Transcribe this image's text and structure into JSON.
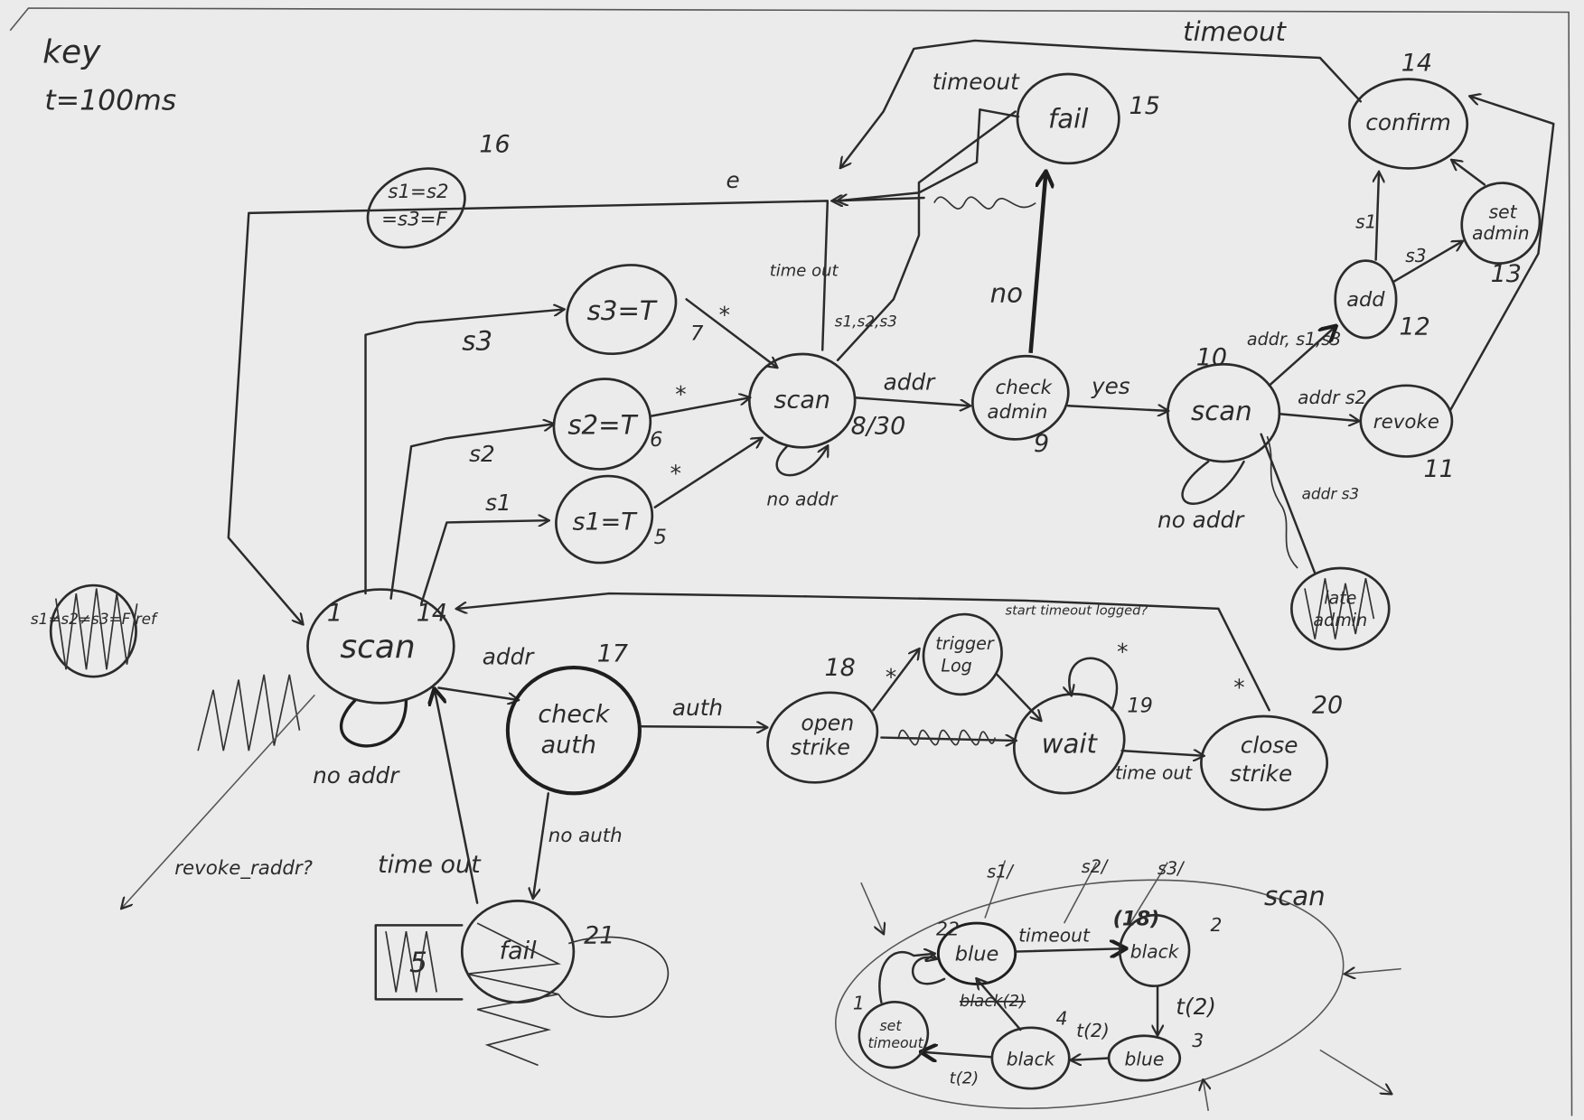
{
  "key": {
    "title": "key",
    "time_unit": "t=100ms"
  },
  "nodes": {
    "n16": {
      "line1": "s1=s2",
      "line2": "=s3=F",
      "num": "16"
    },
    "n7": {
      "label": "s3=T",
      "num": "7"
    },
    "n6": {
      "label": "s2=T",
      "num": "6"
    },
    "n5": {
      "label": "s1=T",
      "num": "5"
    },
    "n8": {
      "label": "scan",
      "num": "8/30"
    },
    "n9": {
      "line1": "check",
      "line2": "admin",
      "num": "9"
    },
    "n15": {
      "label": "fail",
      "num": "15"
    },
    "n10": {
      "label": "scan",
      "num": "10"
    },
    "n11": {
      "label": "revoke",
      "num": "11"
    },
    "n12": {
      "label": "add",
      "num": "12"
    },
    "n13": {
      "line1": "set",
      "line2": "admin",
      "num": "13"
    },
    "n14": {
      "label": "confirm",
      "num": "14"
    },
    "late": {
      "line1": "late",
      "line2": "admin"
    },
    "n1": {
      "label": "scan",
      "num": "1",
      "num2": "14"
    },
    "n17": {
      "line1": "check",
      "line2": "auth",
      "num": "17"
    },
    "n18": {
      "line1": "open",
      "line2": "strike",
      "num": "18"
    },
    "trig": {
      "line1": "trigger",
      "line2": "Log"
    },
    "n19": {
      "label": "wait",
      "num": "19"
    },
    "n20": {
      "line1": "close",
      "line2": "strike",
      "num": "20"
    },
    "n21": {
      "label": "fail",
      "num": "21"
    },
    "crossed": {
      "label": "s1≠s2≠s3=F ref",
      "box": "5"
    }
  },
  "edges": {
    "s3": "s3",
    "s2": "s2",
    "s1": "s1",
    "star": "*",
    "timeout_8": "time out",
    "s123": "s1,s2,s3",
    "addr_8_9": "addr",
    "no_addr_8": "no addr",
    "no_9": "no",
    "yes_9": "yes",
    "addr_s13": "addr, s1,s3",
    "addr_s2": "addr s2",
    "no_addr_10": "no addr",
    "addr_s3_late": "addr s3",
    "timeout_15": "timeout",
    "timeout_14": "timeout",
    "e": "e",
    "addr_1_17": "addr",
    "auth": "auth",
    "no_auth": "no auth",
    "time_out_21": "time out",
    "no_addr_1": "no addr",
    "revoke_q": "revoke_raddr?",
    "start_timeout": "start timeout logged?",
    "time_out_19": "time out"
  },
  "sub": {
    "title": "scan",
    "s1": "s1/",
    "s2": "s2/",
    "s3": "s3/",
    "blue22": {
      "label": "blue",
      "num": "22"
    },
    "black2": {
      "label": "black",
      "num": "2"
    },
    "blue3": {
      "label": "blue",
      "num": "3"
    },
    "black4": {
      "label": "black",
      "num": "4"
    },
    "settimeout": {
      "line1": "set",
      "line2": "timeout",
      "num": "1"
    },
    "timeout": "timeout",
    "n18": "(18)",
    "t2a": "t(2)",
    "t2b": "t(2)",
    "t2c": "t(2)",
    "black2_lbl": "black(2)"
  }
}
